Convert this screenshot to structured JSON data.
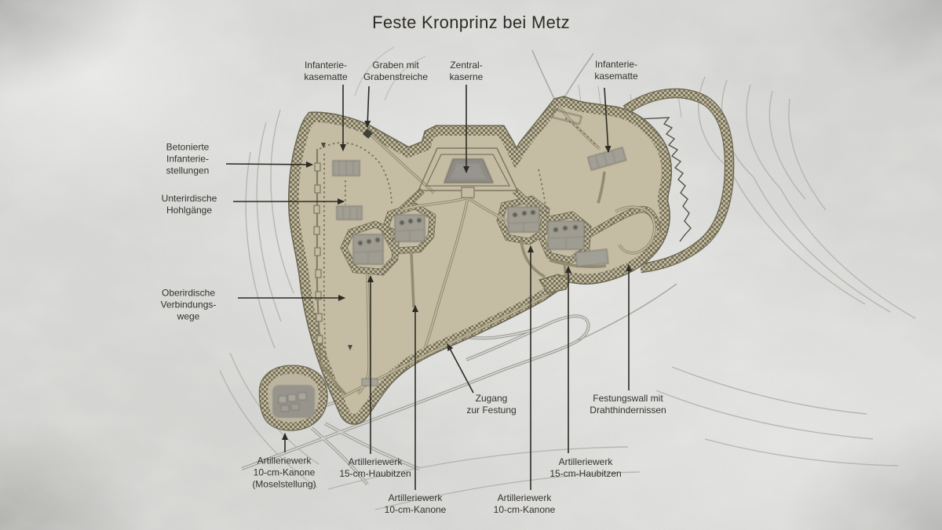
{
  "title": "Feste Kronprinz bei Metz",
  "map": {
    "subject": "Festungsplan",
    "colors": {
      "terrain_tan": "#c6bda4",
      "wall_olive": "#7b765c",
      "wall_edge": "#6a6650",
      "building_gray": "#a09d93",
      "barracks_gray": "#8f8c84",
      "contour_gray": "#b5b5b1",
      "ink": "#2a2822",
      "background": "#d8d8d6"
    }
  },
  "labels": {
    "infanterie_kasematte_links": "Infanterie-\nkasematte",
    "graben": "Graben mit\nGrabenstreiche",
    "zentralkaserne": "Zentral-\nkaserne",
    "infanterie_kasematte_rechts": "Infanterie-\nkasematte",
    "betonierte_stellungen": "Betonierte\nInfanterie-\nstellungen",
    "unterirdische_hohlgaenge": "Unterirdische\nHohlgänge",
    "oberirdische_wege": "Oberirdische\nVerbindungs-\nwege",
    "zugang": "Zugang\nzur Festung",
    "festungswall": "Festungswall mit\nDrahthindernissen",
    "artilleriewerk_mosel": "Artilleriewerk\n10-cm-Kanone\n(Moselstellung)",
    "artilleriewerk_15cm_links": "Artilleriewerk\n15-cm-Haubitzen",
    "artilleriewerk_10cm_mitte": "Artilleriewerk\n10-cm-Kanone",
    "artilleriewerk_10cm_rechts": "Artilleriewerk\n10-cm-Kanone",
    "artilleriewerk_15cm_rechts": "Artilleriewerk\n15-cm-Haubitzen"
  }
}
